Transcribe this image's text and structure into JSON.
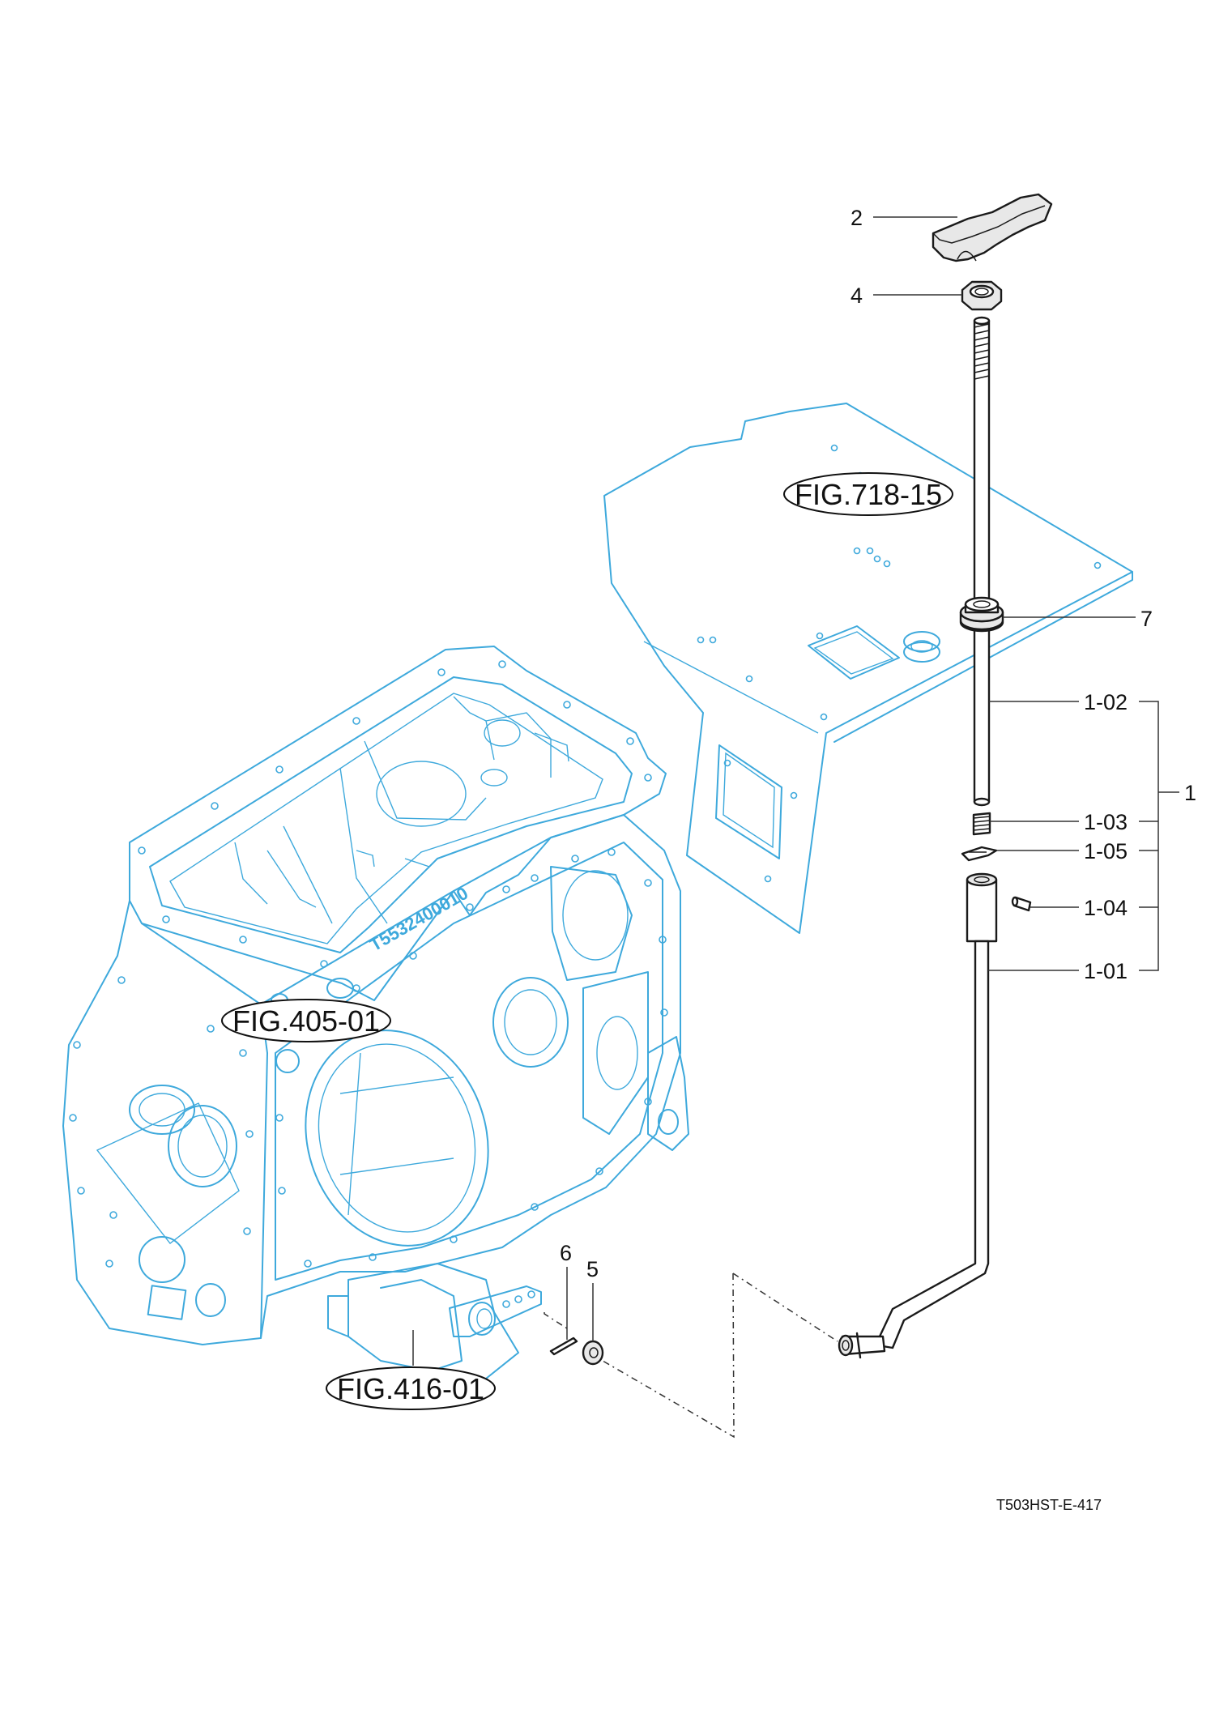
{
  "callouts": {
    "p2": "2",
    "p4": "4",
    "p7": "7",
    "p1": "1",
    "p1_02": "1-02",
    "p1_03": "1-03",
    "p1_05": "1-05",
    "p1_04": "1-04",
    "p1_01": "1-01",
    "p6": "6",
    "p5": "5"
  },
  "figure_refs": {
    "fig718": "FIG.718-15",
    "fig405": "FIG.405-01",
    "fig416": "FIG.416-01"
  },
  "casting_mark": "T5532400010",
  "footer_code": "T503HST-E-417",
  "colors": {
    "reference_line": "#3ea9dc",
    "part_line": "#1a1a1a"
  }
}
